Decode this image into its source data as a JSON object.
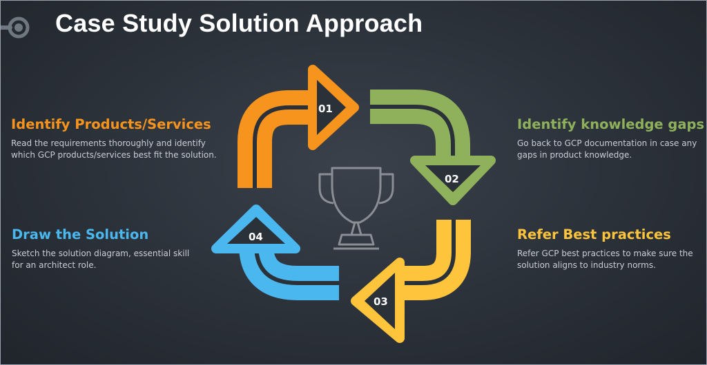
{
  "title": "Case Study Solution Approach",
  "colors": {
    "orange": "#f7941d",
    "green": "#8fb15b",
    "yellow": "#fec43b",
    "blue": "#4bb7ef",
    "background": "#2b3139"
  },
  "center_icon": "trophy-icon",
  "steps": [
    {
      "number": "01",
      "heading": "Identify Products/Services",
      "description": "Read the requirements thoroughly and identify which GCP products/services best fit the solution.",
      "color": "#f7941d"
    },
    {
      "number": "02",
      "heading": "Identify knowledge gaps",
      "description": "Go back to GCP documentation in case any gaps in product knowledge.",
      "color": "#8fb15b"
    },
    {
      "number": "03",
      "heading": "Refer Best practices",
      "description": "Refer GCP best practices to make sure the solution aligns to industry norms.",
      "color": "#fec43b"
    },
    {
      "number": "04",
      "heading": "Draw the Solution",
      "description": "Sketch the solution diagram, essential skill for an architect role.",
      "color": "#4bb7ef"
    }
  ]
}
